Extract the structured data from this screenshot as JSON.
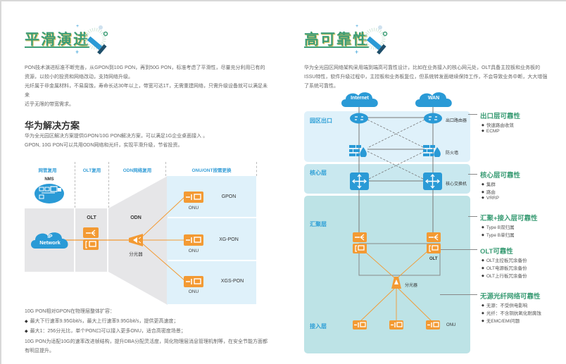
{
  "left_page": {
    "title": "平滑演进",
    "intro": [
      "PON技术演进标准不断完善，从GPON到10G PON，再到50G PON，标准考虑了平滑性，尽量充分利用已有的",
      "资源，以较小的投资和网络改动，支持网络升级。",
      "光纤属于非金属材料，不易腐蚀，寿命长达30年以上，带宽可达1T，无需重建网络，只需升级设备就可以满足未来",
      "近乎无限的带宽需求。"
    ],
    "solution": {
      "title": "华为解决方案",
      "lines": [
        "华为全光园区解决方案提供GPON/10G PON解决方案，可以满足1G企业桌面接入 。",
        "GPON, 10G PON可以共用ODN网络和光纤，实现平滑升级，节省投资。"
      ]
    },
    "diagram": {
      "columns": [
        "网管复用",
        "OLT复用",
        "ODN网络复用",
        "ONU/ONT按需更换"
      ],
      "nms_label": "NMS",
      "ip_network": [
        "IP",
        "Network"
      ],
      "olt_label": "OLT",
      "odn_label": "ODN",
      "splitter_label": "分光器",
      "onus": [
        {
          "label": "ONU",
          "type": "GPON"
        },
        {
          "label": "ONU",
          "type": "XG-PON"
        },
        {
          "label": "ONU",
          "type": "XGS-PON"
        }
      ],
      "colors": {
        "accent_blue": "#2a9ad6",
        "orange": "#f39a33",
        "panel": "#dff1fa",
        "gray": "#e6e6e8"
      }
    },
    "bottom": {
      "lead": "10G PON相对GPON在物理层整体扩容：",
      "bullets": [
        "最大下行速率9.95Gbit/s，最大上行速率9.95Gbit/s，提供更高速度；",
        "最大1：256分光比，单个PON口可以接入更多ONU，适合高密度场景；"
      ],
      "tail": [
        "10G PON为适配10G的速率改进帧结构，提升DBA分配灵活度，简化物理层消息管理机制等，在安全节能方面都",
        "有明显提升。"
      ]
    }
  },
  "right_page": {
    "title": "高可靠性",
    "intro": [
      "华为全光园区网络架构采用端到端高可靠性设计，比如在业务接入的核心网元处，OLT具备主控板和业务板的",
      "ISSU特性，软件升级过程中，主控板和业务板复位，但系统转发面继续保持工作，不会导致业务中断，大大增强",
      "了系统可靠性。"
    ],
    "diagram": {
      "clouds": [
        "Internet",
        "WAN"
      ],
      "zones": [
        "园区出口",
        "核心层",
        "汇聚层",
        "接入层"
      ],
      "device_labels": {
        "router": "出口路由器",
        "firewall": "防火墙",
        "core_switch": "核心交换机",
        "olt": "OLT",
        "splitter": "分光器",
        "onu": "ONU"
      },
      "colors": {
        "zone_light": "#dff1fa",
        "zone_mid": "#c9e8ef",
        "zone_dark": "#bde3e6",
        "node_blue": "#2a9ad6",
        "orange": "#f39a33",
        "title_green": "#3c9d76"
      }
    },
    "reliability": [
      {
        "title": "出口层可靠性",
        "items": [
          "快速路由收敛",
          "ECMP"
        ]
      },
      {
        "title": "核心层可靠性",
        "items": [
          "集群",
          "路由",
          "VRRP"
        ]
      },
      {
        "title": "汇聚+接入层可靠性",
        "items": [
          "Type B双归属",
          "Type B单归属"
        ]
      },
      {
        "title": "OLT可靠性",
        "items": [
          "OLT主控板冗余备份",
          "OLT电源板冗余备份",
          "OLT上行板冗余备份"
        ]
      },
      {
        "title": "无源光纤网络可靠性",
        "items": [
          "无源：不受供电影响",
          "光纤：不含铜抗氧化耐腐蚀",
          "无EMC/EMI问题"
        ]
      }
    ]
  }
}
